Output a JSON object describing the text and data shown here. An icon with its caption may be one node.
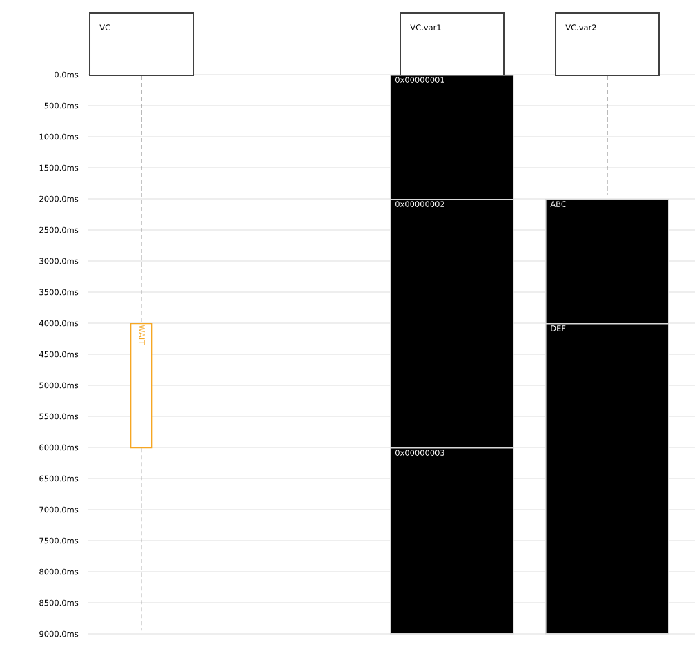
{
  "diagram": {
    "nodes": [
      {
        "text": [
          "VC"
        ]
      },
      {
        "text": [
          "VC.var1"
        ]
      },
      {
        "text": [
          "VC.var2"
        ]
      },
      {
        "text": [
          "WAIT"
        ]
      },
      {
        "text": [
          "0x00000001"
        ]
      },
      {
        "text": [
          "0x00000002"
        ]
      },
      {
        "text": [
          "0x00000003"
        ]
      },
      {
        "text": [
          "ABC"
        ]
      },
      {
        "text": [
          "DEF"
        ]
      }
    ],
    "edges": [
      {
        "from": 0,
        "to": 3,
        "arrow": "none",
        "style": "dashed"
      },
      {
        "from": 3,
        "to": null,
        "arrow": "none",
        "style": "dashed"
      },
      {
        "from": 2,
        "to": 7,
        "arrow": "none",
        "style": "dashed"
      }
    ],
    "labels": [
      "0.0ms",
      "500.0ms",
      "1000.0ms",
      "1500.0ms",
      "2000.0ms",
      "2500.0ms",
      "3000.0ms",
      "3500.0ms",
      "4000.0ms",
      "4500.0ms",
      "5000.0ms",
      "5500.0ms",
      "6000.0ms",
      "6500.0ms",
      "7000.0ms",
      "7500.0ms",
      "8000.0ms",
      "8500.0ms",
      "9000.0ms"
    ]
  }
}
